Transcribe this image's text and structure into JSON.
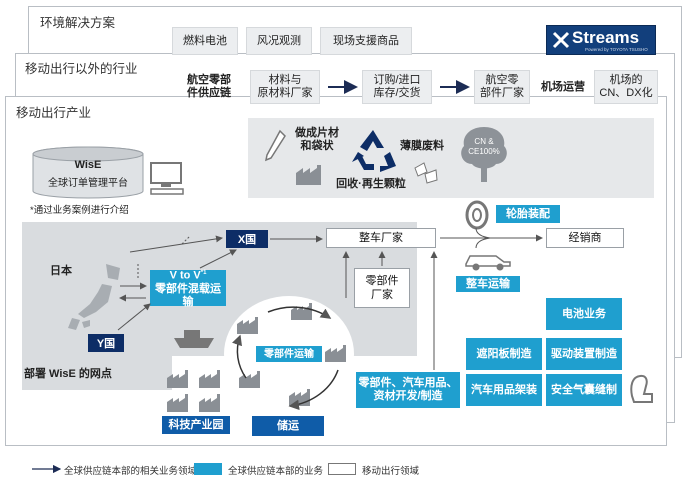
{
  "layers": {
    "top_title": "环境解决方案",
    "mid_title": "移动出行以外的行业",
    "main_title": "移动出行产业"
  },
  "top_boxes": [
    "燃料电池",
    "风况观测",
    "现场支援商品"
  ],
  "logo": {
    "name": "Streams",
    "tagline": "Powered by TOYOTA TSUSHO",
    "icon": "x-logo-icon"
  },
  "aviation": {
    "supply_chain_label": "航空零部\n件供应链",
    "steps": [
      "材料与\n原材料厂家",
      "订购/进口\n库存/交货",
      "航空零\n部件厂家"
    ],
    "airport_ops": "机场运营",
    "airport_cndx": "机场的\nCN、DX化"
  },
  "recycle": {
    "items": [
      "做成片材\n和袋状",
      "薄膜废料",
      "回收·再生颗粒"
    ],
    "tree_text": "CN &\nCE100%"
  },
  "wise": {
    "title": "WisE",
    "subtitle": "全球订单管理平台",
    "note": "*通过业务案例进行介绍",
    "deploy_label": "部署 WisE 的网点"
  },
  "countries": {
    "x": "X国",
    "japan": "日本",
    "y": "Y国"
  },
  "v_to_v": {
    "line1": "V to V",
    "sup": "*1",
    "line2": "零部件混载运输"
  },
  "flow": {
    "car_maker": "整车厂家",
    "dealer": "经销商",
    "parts_maker": "零部件\n厂家",
    "parts_transport": "零部件运输",
    "storage": "储运",
    "tech_park": "科技产业园"
  },
  "services": {
    "tire": "轮胎装配",
    "vehicle_transport": "整车运输",
    "battery": "电池业务",
    "sunshade": "遮阳板制造",
    "drive_device": "驱动装置制造",
    "accessories": "汽车用品架装",
    "airbag": "安全气囊缝制",
    "parts_dev": "零部件、汽车用品、\n资材开发/制造"
  },
  "legend": {
    "arrow": "全球供应链本部的相关业务领域",
    "blue": "全球供应链本部的业务",
    "white": "移动出行领域"
  },
  "colors": {
    "teal": "#1f9fcf",
    "navy": "#0d2d66",
    "blue": "#0f5ca8",
    "logo": "#123f7c"
  }
}
